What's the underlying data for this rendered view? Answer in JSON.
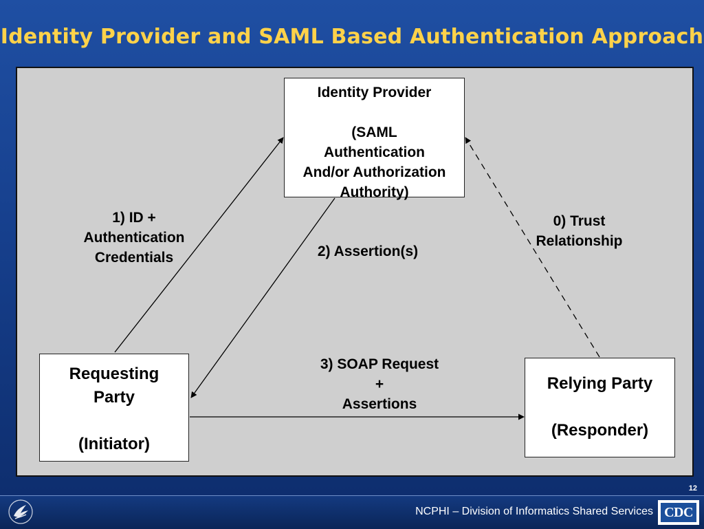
{
  "slide": {
    "title": "Identity Provider and SAML Based Authentication Approach",
    "page_number": "12",
    "footer_text": "NCPHI – Division of Informatics Shared Services",
    "logo_text": "CDC"
  },
  "diagram": {
    "identity_provider": {
      "line1": "Identity Provider",
      "line2": "(SAML",
      "line3": "Authentication",
      "line4": "And/or Authorization",
      "line5": "Authority)"
    },
    "requesting_party": {
      "line1": "Requesting",
      "line2": "Party",
      "line3": "(Initiator)"
    },
    "relying_party": {
      "line1": "Relying Party",
      "line2": "(Responder)"
    },
    "labels": {
      "step1_line1": "1) ID +",
      "step1_line2": "Authentication",
      "step1_line3": "Credentials",
      "step2": "2) Assertion(s)",
      "step0_line1": "0) Trust",
      "step0_line2": "Relationship",
      "step3_line1": "3) SOAP Request",
      "step3_line2": "+",
      "step3_line3": "Assertions"
    }
  },
  "colors": {
    "title": "#ffd24a",
    "background": "#163f8c",
    "panel": "#cfcfcf"
  }
}
